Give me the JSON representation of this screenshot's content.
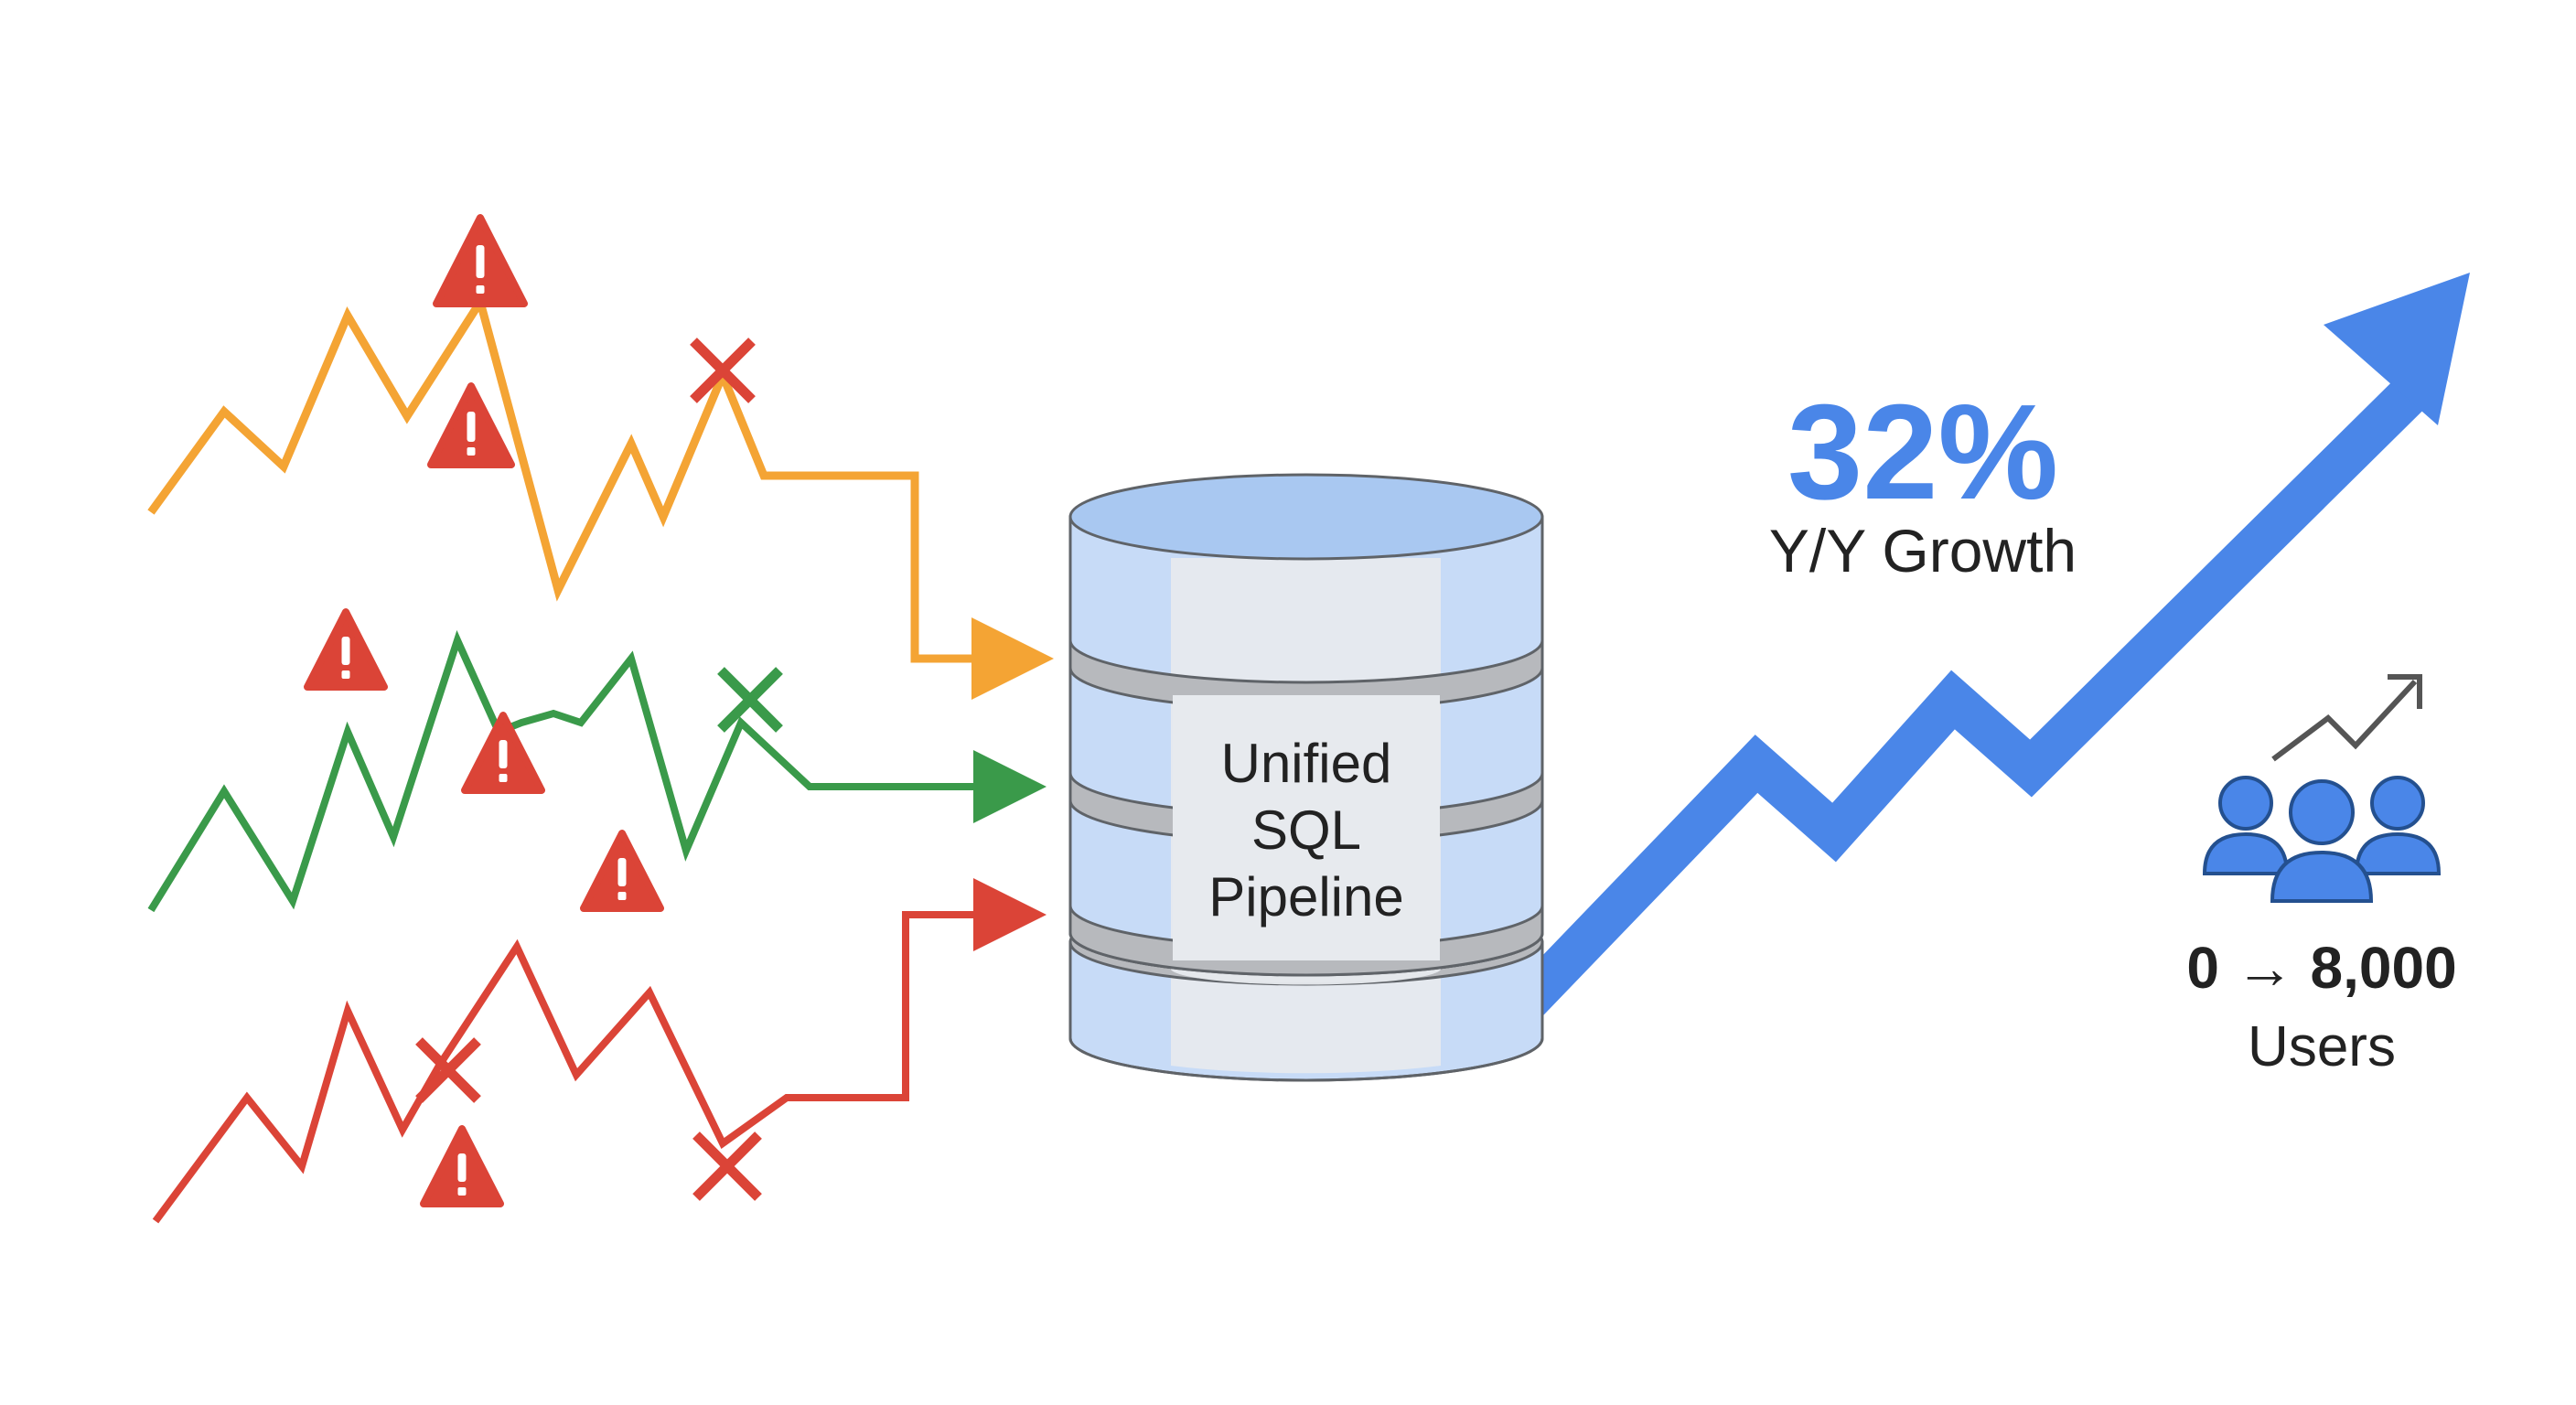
{
  "pipeline": {
    "label_lines": [
      "Unified",
      "SQL",
      "Pipeline"
    ]
  },
  "growth": {
    "value": "32%",
    "label": "Y/Y Growth"
  },
  "users": {
    "range": "0 → 8,000",
    "label": "Users"
  },
  "colors": {
    "orange": "#F4A434",
    "green": "#3A9A4A",
    "red": "#DB4437",
    "blue": "#4A86E8",
    "db_fill": "#C7DBF7",
    "db_top": "#A9C8F1",
    "db_band": "#B7B9BD",
    "db_label_panel": "#E7EAEE",
    "users_icon": "#4A86E8",
    "trend_icon": "#555555",
    "text_dark": "#222222"
  },
  "icons": {
    "warning": "warning-icon",
    "error": "error-x-icon",
    "users": "users-group-icon",
    "trend": "trend-up-icon"
  }
}
